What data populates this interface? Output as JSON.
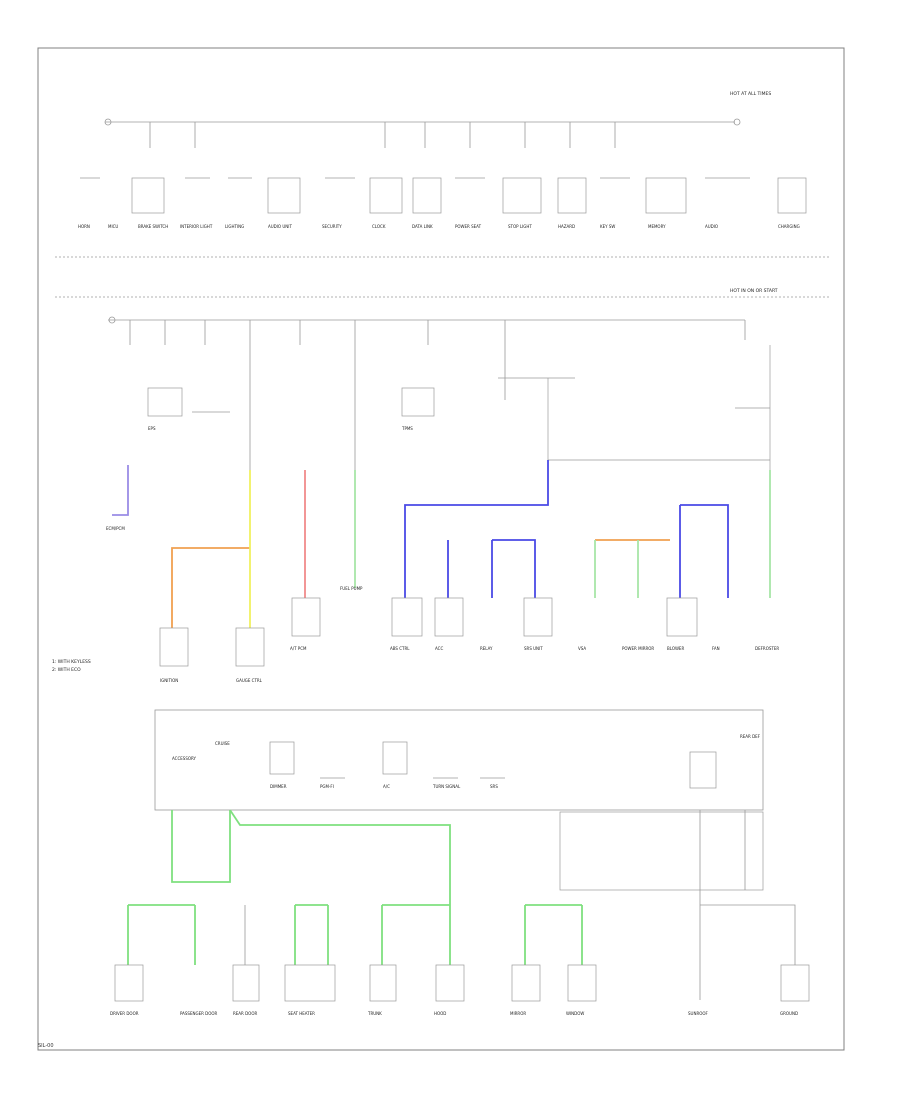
{
  "diagram": {
    "section_headers": [
      "HOT AT ALL TIMES",
      "HOT IN ON OR START"
    ],
    "legend": [
      "1: WITH KEYLESS",
      "2: WITH ECO"
    ],
    "page_code": "SIL-00",
    "wire_colors": {
      "blue": "#4a4ae6",
      "green": "#7fe07f",
      "orange": "#f0a050",
      "pink": "#f08a8a",
      "yellow": "#f0f060",
      "light_green": "#a8e6a8",
      "frame": "#808080",
      "line": "#9a9a9a"
    },
    "components_row1": [
      "HORN",
      "MICU",
      "BRAKE SWITCH",
      "INTERIOR LIGHT",
      "LIGHTING",
      "AUDIO UNIT",
      "SECURITY",
      "CLOCK",
      "DATA LINK",
      "POWER SEAT",
      "STOP LIGHT",
      "HAZARD",
      "KEY SW",
      "MEMORY",
      "AUDIO",
      "CHARGING"
    ],
    "components_row2": [
      "ECM/PCM",
      "IGNITION",
      "GAUGE CTRL",
      "A/T PCM",
      "FUEL PUMP",
      "ABS CTRL",
      "ACC",
      "RELAY",
      "SRS UNIT",
      "VSA",
      "POWER MIRROR",
      "BLOWER",
      "FAN",
      "DEFROSTER",
      "EPS",
      "TPMS"
    ],
    "components_row3": [
      "ACCESSORY",
      "CRUISE",
      "DIMMER",
      "PGM-FI",
      "A/C",
      "TURN SIGNAL",
      "SRS",
      "REAR DEF"
    ],
    "components_row4": [
      "DRIVER DOOR",
      "PASSENGER DOOR",
      "REAR DOOR",
      "SEAT HEATER",
      "TRUNK",
      "HOOD",
      "MIRROR",
      "WINDOW",
      "SUNROOF",
      "GROUND"
    ]
  }
}
